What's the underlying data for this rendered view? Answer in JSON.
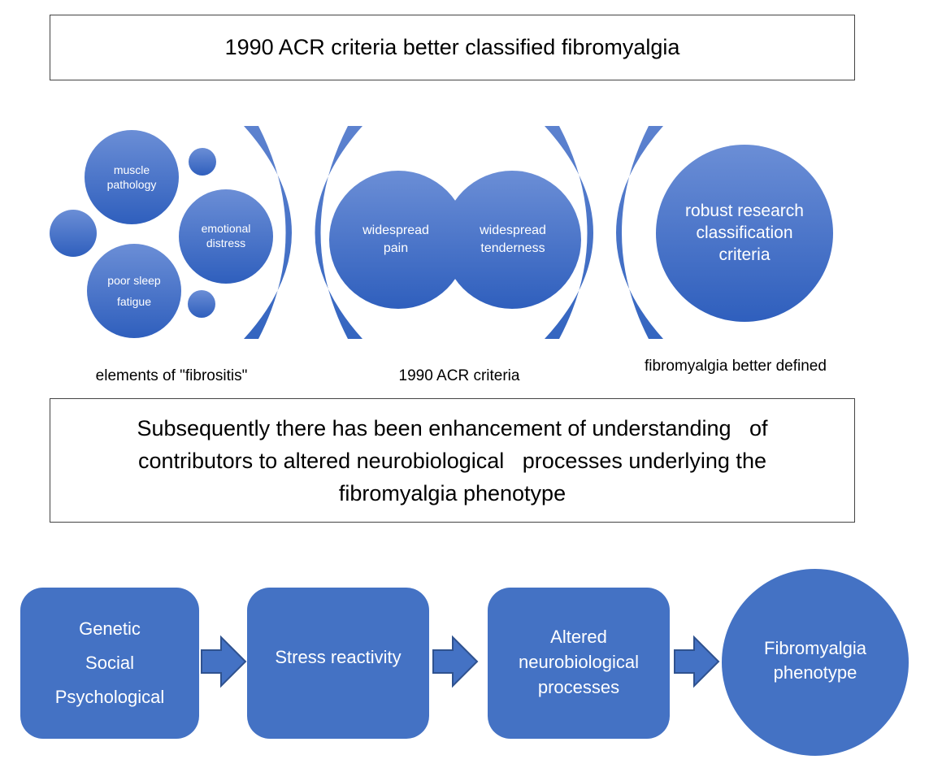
{
  "title": "1990 ACR criteria better classified fibromyalgia",
  "stage1": {
    "circles": [
      "muscle pathology",
      "emotional distress"
    ],
    "sleep": "poor sleep",
    "fatigue": "fatigue",
    "caption": "elements of \"fibrositis\""
  },
  "stage2": {
    "pain": "widespread pain",
    "tenderness": "widespread tenderness",
    "caption": "1990 ACR criteria"
  },
  "stage3": {
    "circle": "robust research classification criteria",
    "caption": "fibromyalgia better defined"
  },
  "subtitle": "Subsequently there has been enhancement of understanding   of contributors to altered neurobiological   processes underlying the fibromyalgia phenotype",
  "flow": {
    "factors": [
      "Genetic",
      "Social",
      "Psychological"
    ],
    "stress": "Stress reactivity",
    "altered": "Altered neurobiological processes",
    "phenotype": "Fibromyalgia phenotype"
  },
  "colors": {
    "node_top": "#6b8ed6",
    "node_bottom": "#2f5fbd",
    "flow_fill": "#4472c4",
    "arrow_fill": "#4472c4",
    "arrow_stroke": "#2f528f"
  }
}
